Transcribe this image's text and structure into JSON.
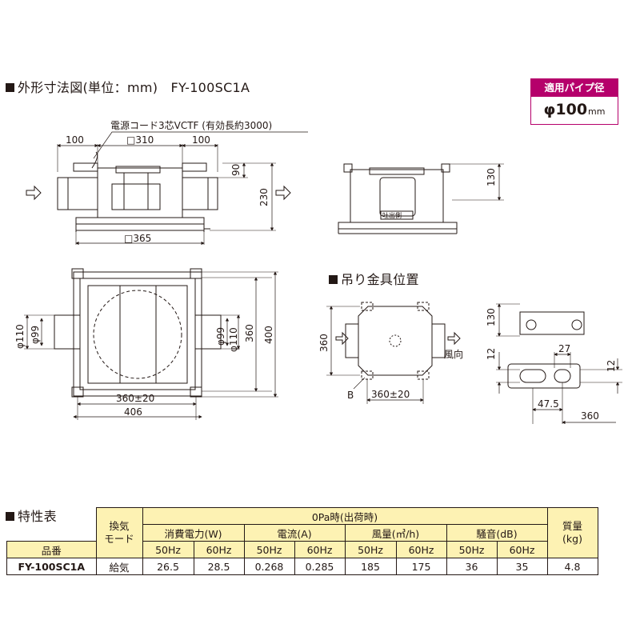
{
  "header": {
    "outline_title": "外形寸法図(単位：mm)",
    "model": "FY-100SC1A",
    "pipe_label": "適用パイプ径",
    "pipe_size": "φ100",
    "pipe_unit": "mm"
  },
  "outline": {
    "cord_note": "電源コード3芯VCTF (有効長約3000)",
    "dims": {
      "left_100": "100",
      "top_310": "□310",
      "right_100": "100",
      "h_90": "90",
      "h_230": "230",
      "bottom_365": "□365",
      "side_130": "130",
      "left_d110": "φ110",
      "left_d99": "φ99",
      "right_d99": "φ99",
      "right_d110": "φ110",
      "h_360": "360",
      "h_400": "400",
      "w_360": "360±20",
      "w_406": "406"
    },
    "outlet_label": "吐出側"
  },
  "hanger": {
    "title": "吊り金具位置",
    "h_360": "360",
    "w_360": "360±20",
    "b_label": "B",
    "wind_label": "風向",
    "detail_130": "130",
    "detail_12a": "12",
    "detail_27": "27",
    "detail_12b": "12",
    "detail_47": "47.5",
    "detail_360": "360"
  },
  "spec": {
    "title": "特性表",
    "col_mode": "換気モード",
    "col_mode_l1": "換気",
    "col_mode_l2": "モード",
    "col_condition": "0Pa時(出荷時)",
    "col_power": "消費電力(W)",
    "col_current": "電流(A)",
    "col_airflow": "風量(㎥/h)",
    "col_noise": "騒音(dB)",
    "col_mass_l1": "質量",
    "col_mass_l2": "(kg)",
    "col_product": "品番",
    "hz": [
      "50Hz",
      "60Hz",
      "50Hz",
      "60Hz",
      "50Hz",
      "60Hz",
      "50Hz",
      "60Hz"
    ],
    "row": {
      "product": "FY-100SC1A",
      "mode": "給気",
      "values": [
        "26.5",
        "28.5",
        "0.268",
        "0.285",
        "185",
        "175",
        "36",
        "35"
      ],
      "mass": "4.8"
    }
  }
}
